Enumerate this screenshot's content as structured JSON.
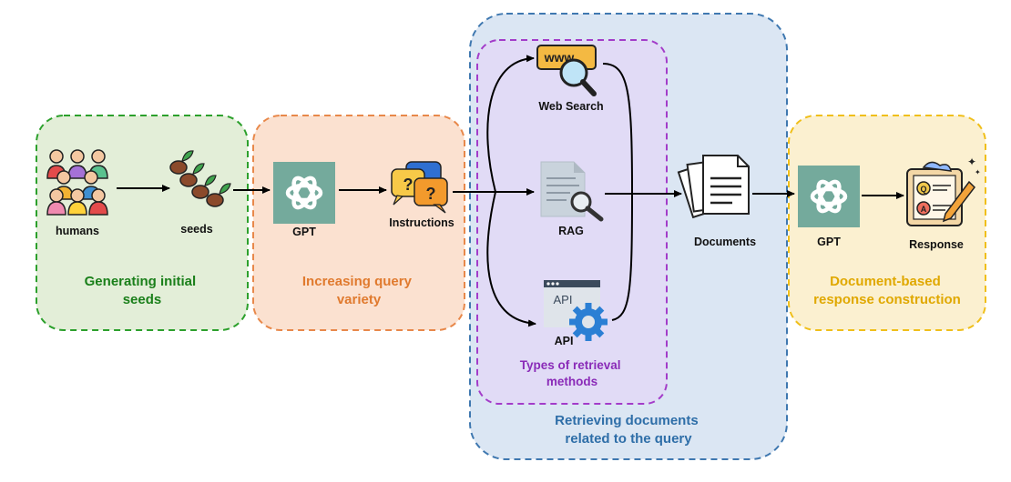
{
  "stages": {
    "seeds": {
      "title_line1": "Generating initial",
      "title_line2": "seeds",
      "color": "#1a7f1a"
    },
    "variety": {
      "title_line1": "Increasing query",
      "title_line2": "variety",
      "color": "#e07a2e"
    },
    "retrieval": {
      "title_line1": "Retrieving documents",
      "title_line2": "related to the query",
      "color": "#2e6ea8"
    },
    "methods": {
      "title_line1": "Types of retrieval",
      "title_line2": "methods",
      "color": "#8a2bb8"
    },
    "response": {
      "title_line1": "Document-based",
      "title_line2": "response construction",
      "color": "#e0a800"
    }
  },
  "nodes": {
    "humans": "humans",
    "seeds": "seeds",
    "gpt1": "GPT",
    "instructions": "Instructions",
    "web_search": "Web Search",
    "rag": "RAG",
    "api": "API",
    "api_icon_text": "API",
    "documents": "Documents",
    "gpt2": "GPT",
    "response": "Response",
    "www_text": "www",
    "q_letter": "Q",
    "a_letter": "A"
  }
}
